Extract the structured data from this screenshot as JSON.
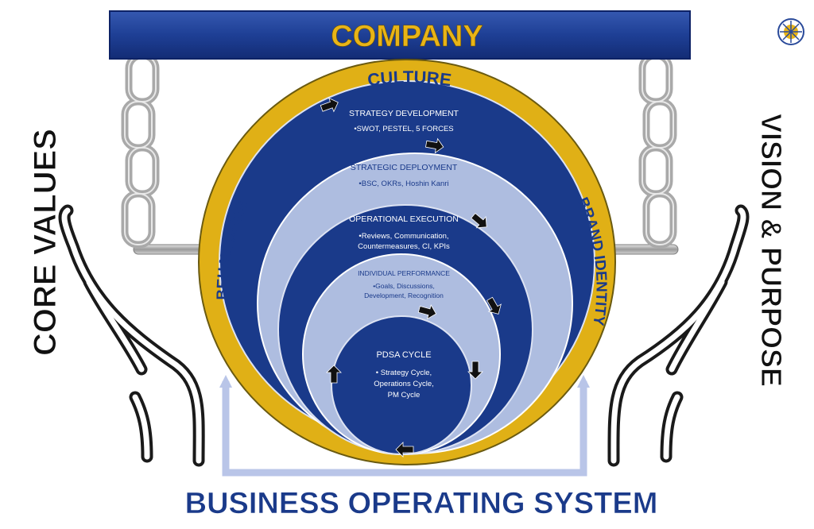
{
  "banner": {
    "title": "COMPANY"
  },
  "ring": {
    "top": "CULTURE",
    "left": "BEHAVIOURS",
    "right": "BRAND IDENTITY"
  },
  "side_labels": {
    "left": "CORE VALUES",
    "right": "VISION & PURPOSE"
  },
  "levels": [
    {
      "title": "STRATEGY DEVELOPMENT",
      "lines": [
        "•SWOT, PESTEL, 5 FORCES"
      ]
    },
    {
      "title": "STRATEGIC DEPLOYMENT",
      "lines": [
        "•BSC, OKRs, Hoshin Kanri"
      ]
    },
    {
      "title": "OPERATIONAL EXECUTION",
      "lines": [
        "•Reviews, Communication,",
        "Countermeasures, CI, KPIs"
      ]
    },
    {
      "title": "INDIVIDUAL PERFORMANCE",
      "lines": [
        "•Goals, Discussions,",
        "Development,  Recognition"
      ]
    },
    {
      "title": "PDSA CYCLE",
      "lines": [
        "• Strategy Cycle,",
        "Operations Cycle,",
        "PM Cycle"
      ]
    }
  ],
  "footer": {
    "title": "BUSINESS OPERATING SYSTEM"
  },
  "colors": {
    "navy": "#1a3a8a",
    "navy_dark": "#0f2a72",
    "gold": "#e0b016",
    "light": "#aebde0",
    "chain": "#b8b8b8",
    "hand": "#1a1a1a"
  },
  "logo": {
    "icon": "target-globe-icon"
  }
}
